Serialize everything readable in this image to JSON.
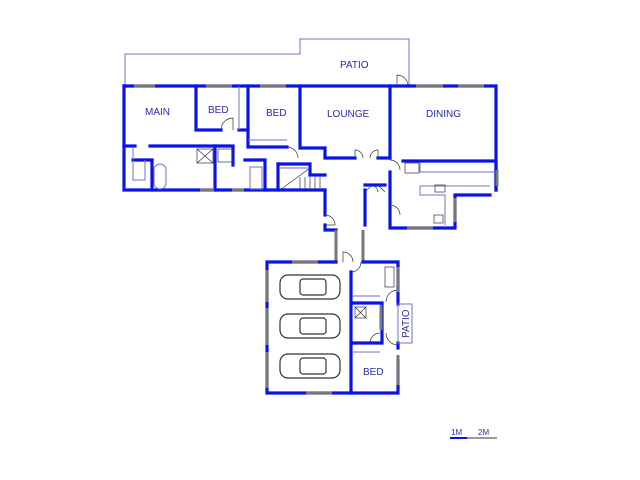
{
  "rooms": {
    "patio_top": "PATIO",
    "main": "MAIN",
    "bed1": "BED",
    "bed2": "BED",
    "lounge": "LOUNGE",
    "dining": "DINING",
    "patio_side": "PATIO",
    "bed3": "BED"
  },
  "scale": {
    "one": "1M",
    "two": "2M"
  },
  "colors": {
    "wall": "#0a14e6",
    "label": "#2a2aa0"
  }
}
